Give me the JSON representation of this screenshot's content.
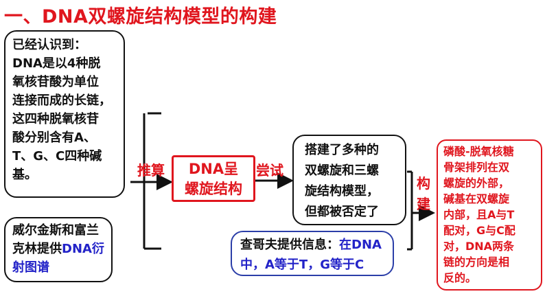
{
  "title": "一、DNA双螺旋结构模型的构建",
  "known_box": {
    "line1": "已经认识到：",
    "line2": "DNA是以4种脱",
    "line3": "氧核苷酸为单位",
    "line4": "连接而成的长链，",
    "line5": "这四种脱氧核苷",
    "line6": "酸分别含有A、",
    "line7": "T、G、C四种碱",
    "line8": "基。"
  },
  "wilkins_box": {
    "part1": "威尔金斯和富兰克林提供",
    "part2": "DNA衍射图谱"
  },
  "infer_label": "推算",
  "helix_box": {
    "line1": "DNA呈",
    "line2": "螺旋结构"
  },
  "try_label": "尝试",
  "models_box": {
    "line1": "搭建了多种的",
    "line2": "双螺旋和三螺",
    "line3": "旋结构模型，",
    "line4": "但都被否定了"
  },
  "chargaff_box": {
    "part1": "查哥夫提供信息：",
    "part2": "在DNA中，A等于T，G等于C"
  },
  "build_label": {
    "char1": "构",
    "char2": "建"
  },
  "result_box": {
    "line1": "磷酸-脱氧核糖",
    "line2": "骨架排列在双",
    "line3": "螺旋的外部，",
    "line4": "碱基在双螺旋",
    "line5": "内部，且A与T",
    "line6": "配对，G与C配",
    "line7": "对，DNA两条",
    "line8": "链的方向是相",
    "line9": "反的。"
  }
}
